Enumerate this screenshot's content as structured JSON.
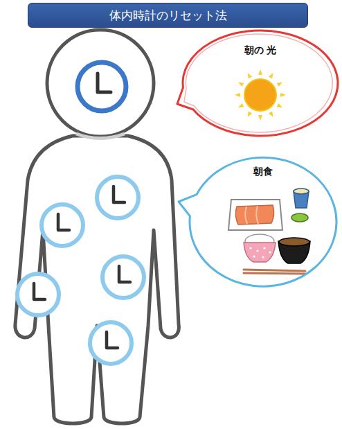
{
  "diagram": {
    "title": "体内時計のリセット法",
    "nodes": [
      {
        "text": [
          "朝の 光"
        ]
      },
      {
        "text": [
          "朝食"
        ]
      }
    ]
  }
}
